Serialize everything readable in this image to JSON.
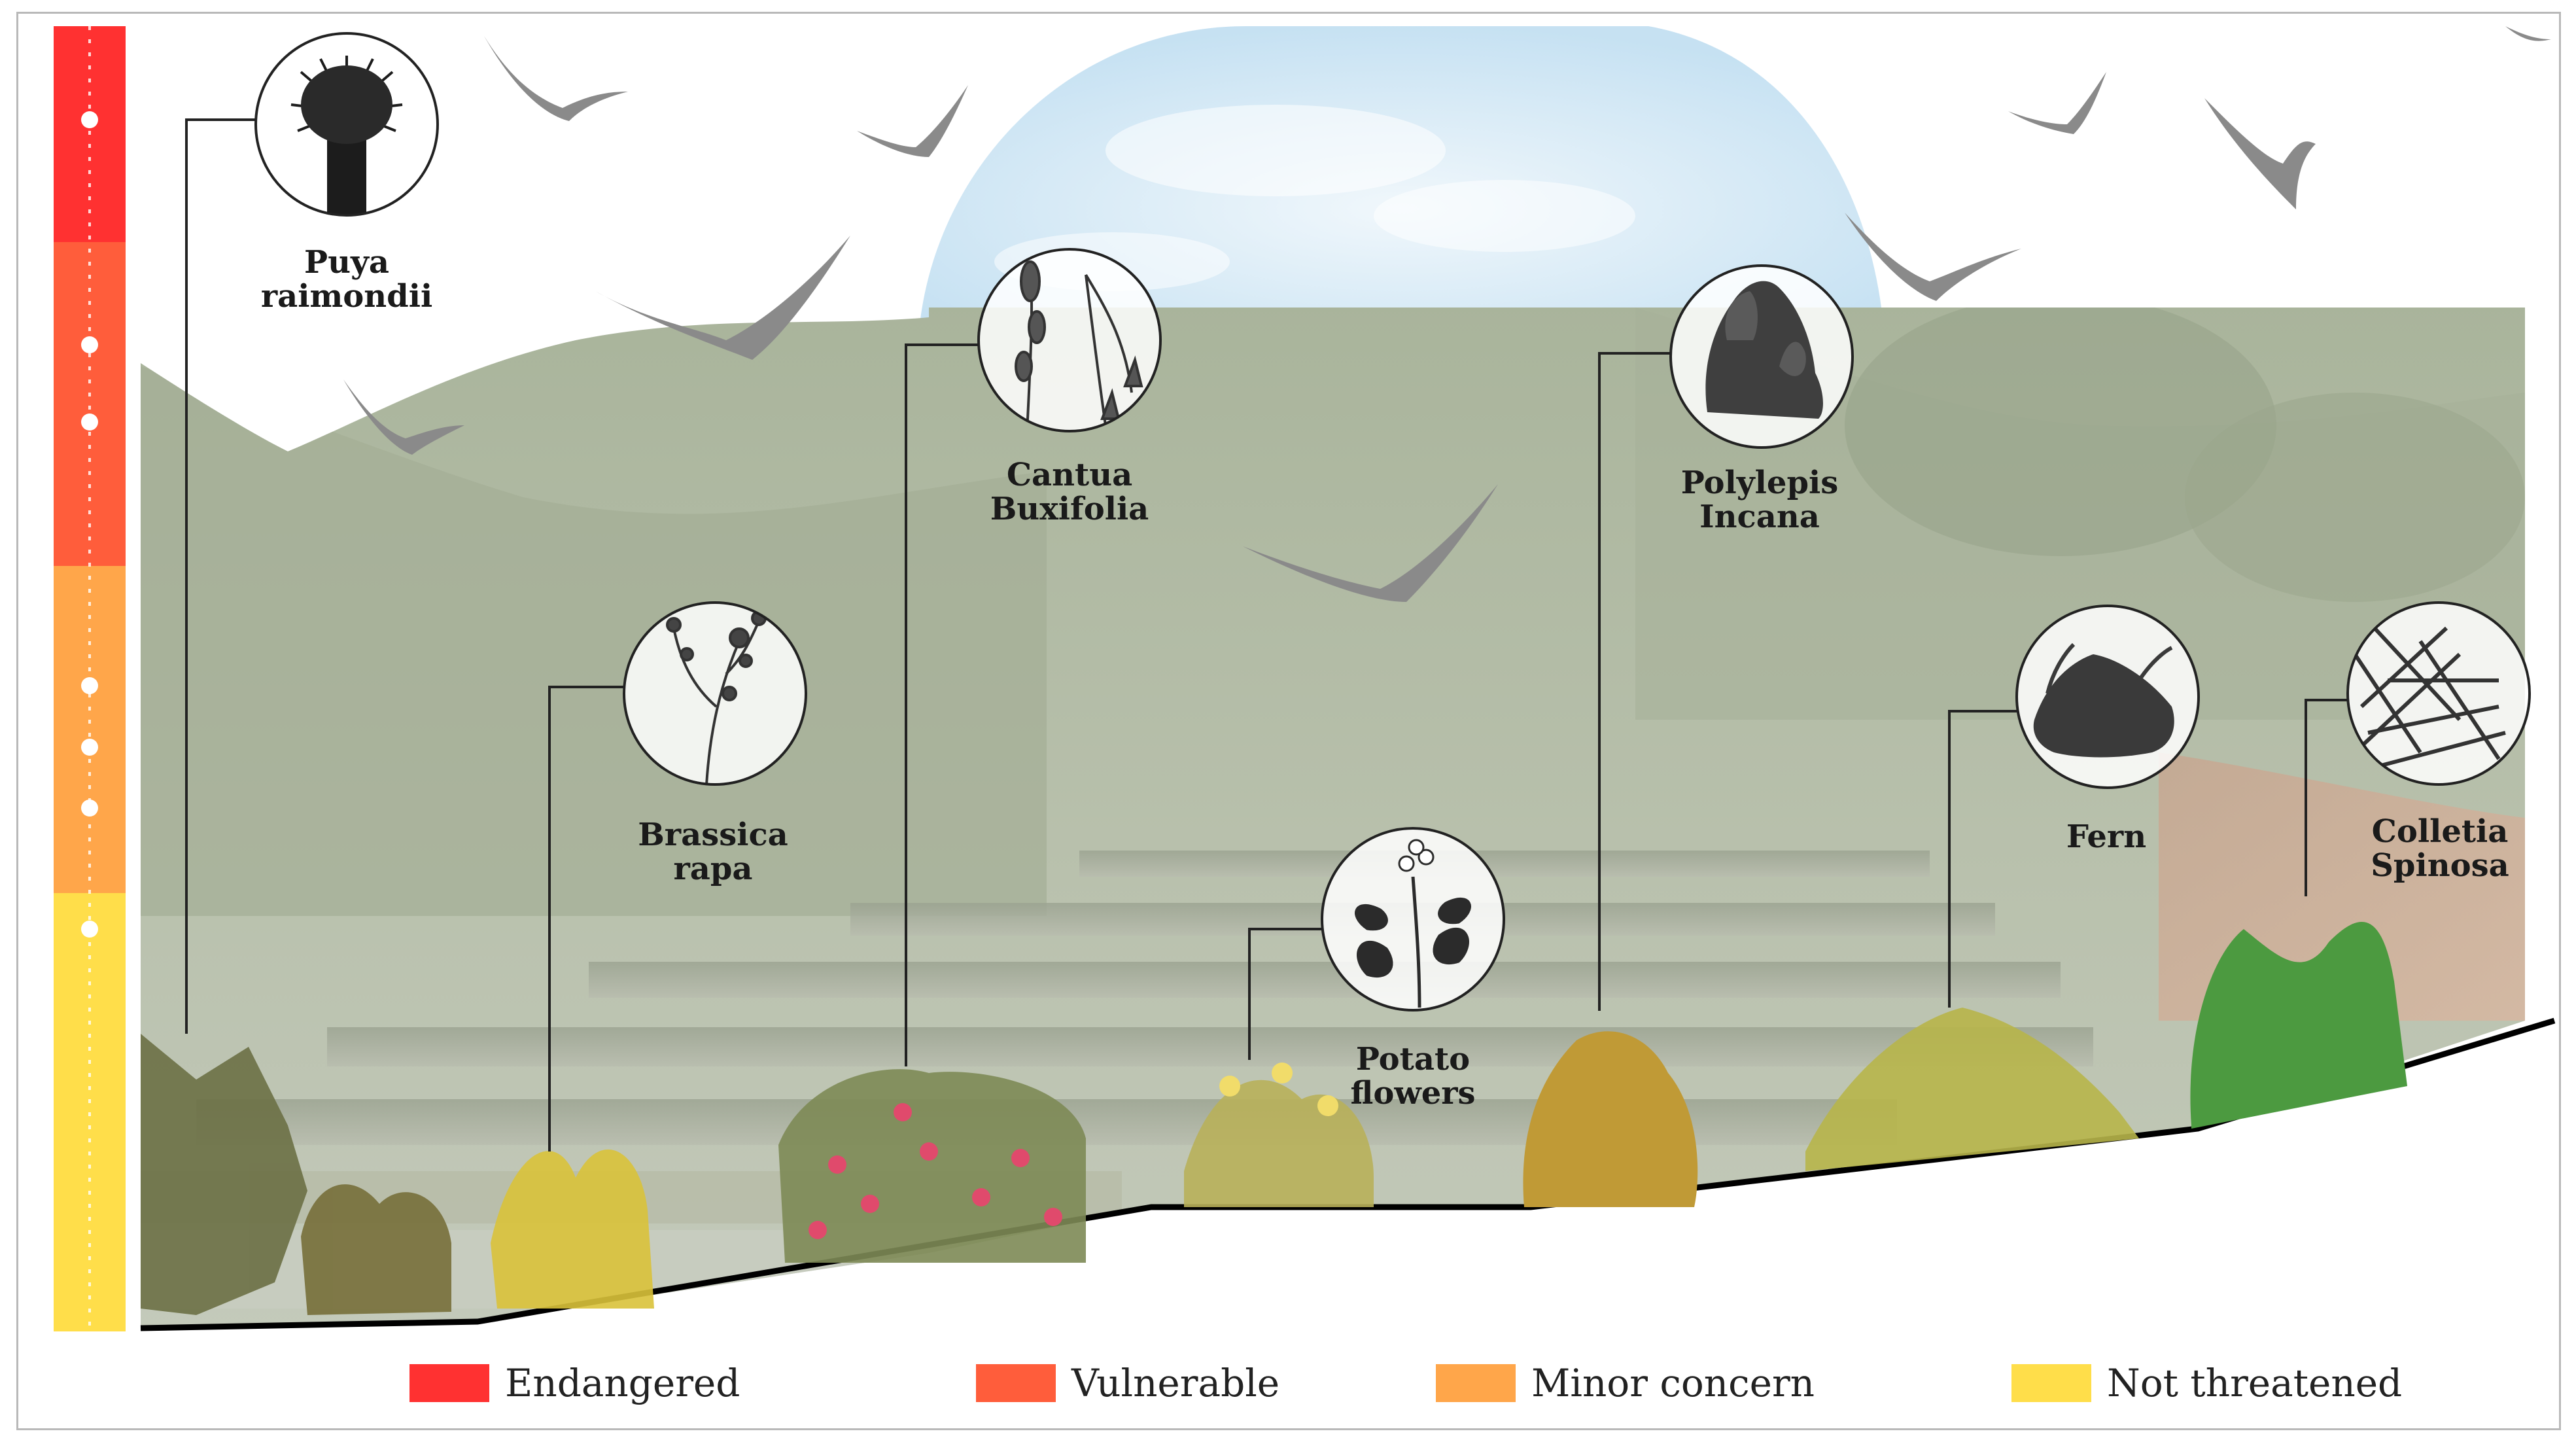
{
  "colors": {
    "endangered": "#ff3131",
    "vulnerable": "#ff5d3b",
    "minor_concern": "#ffa64a",
    "not_threatened": "#ffde4a",
    "sky": "#cfe6f4",
    "hills": "#b4bea8",
    "ground_line": "#000000"
  },
  "legend": [
    {
      "label": "Endangered",
      "color": "#ff3131"
    },
    {
      "label": "Vulnerable",
      "color": "#ff5d3b"
    },
    {
      "label": "Minor concern",
      "color": "#ffa64a"
    },
    {
      "label": "Not threatened",
      "color": "#ffde4a"
    }
  ],
  "plants": [
    {
      "id": "puya",
      "label": "Puya\nraimondii",
      "status": "endangered",
      "icon": "puya-plant-icon"
    },
    {
      "id": "brassica",
      "label": "Brassica\nrapa",
      "status": "minor_concern",
      "icon": "brassica-plant-icon"
    },
    {
      "id": "cantua",
      "label": "Cantua\nBuxifolia",
      "status": "vulnerable",
      "icon": "cantua-plant-icon"
    },
    {
      "id": "potato",
      "label": "Potato\nflowers",
      "status": "not_threatened",
      "icon": "potato-flower-icon"
    },
    {
      "id": "polylepis",
      "label": "Polylepis\nIncana",
      "status": "vulnerable",
      "icon": "polylepis-tree-icon"
    },
    {
      "id": "fern",
      "label": "Fern",
      "status": "minor_concern",
      "icon": "fern-icon"
    },
    {
      "id": "colletia",
      "label": "Colletia\nSpinosa",
      "status": "minor_concern",
      "icon": "colletia-shrub-icon"
    }
  ],
  "icons": [
    "bird-icon",
    "puya-plant-icon",
    "brassica-plant-icon",
    "cantua-plant-icon",
    "potato-flower-icon",
    "polylepis-tree-icon",
    "fern-icon",
    "colletia-shrub-icon"
  ]
}
